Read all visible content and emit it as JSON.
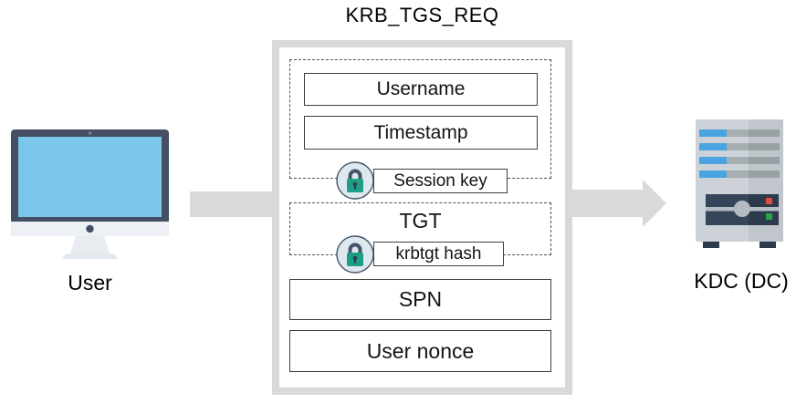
{
  "diagram": {
    "title": "KRB_TGS_REQ",
    "sender": {
      "label": "User",
      "icon": "desktop-computer"
    },
    "receiver": {
      "label": "KDC (DC)",
      "icon": "server-tower"
    },
    "message": {
      "authenticator_section": {
        "fields": [
          {
            "label": "Username"
          },
          {
            "label": "Timestamp"
          }
        ],
        "key_badge": {
          "label": "Session key",
          "icon": "padlock"
        }
      },
      "tgt_section": {
        "label": "TGT",
        "key_badge": {
          "label": "krbtgt hash",
          "icon": "padlock"
        }
      },
      "plain_fields": [
        {
          "label": "SPN"
        },
        {
          "label": "User nonce"
        }
      ]
    }
  },
  "colors": {
    "arrow": "#d9d9d9",
    "container_border": "#d9d9d9",
    "box_border": "#3f3f3f",
    "dashed_border": "#4f4f4f",
    "lock_body": "#1d9e85",
    "lock_shackle": "#44546a",
    "lock_circle_fill": "#dde9ef",
    "monitor_frame": "#454f63",
    "monitor_screen": "#7bc6ea",
    "monitor_base": "#edf0f4",
    "server_body": "#ccd2d7",
    "server_accent_blue": "#4aa4e1",
    "server_panel": "#36465a",
    "led_red": "#e14b3b",
    "led_green": "#27a348"
  }
}
